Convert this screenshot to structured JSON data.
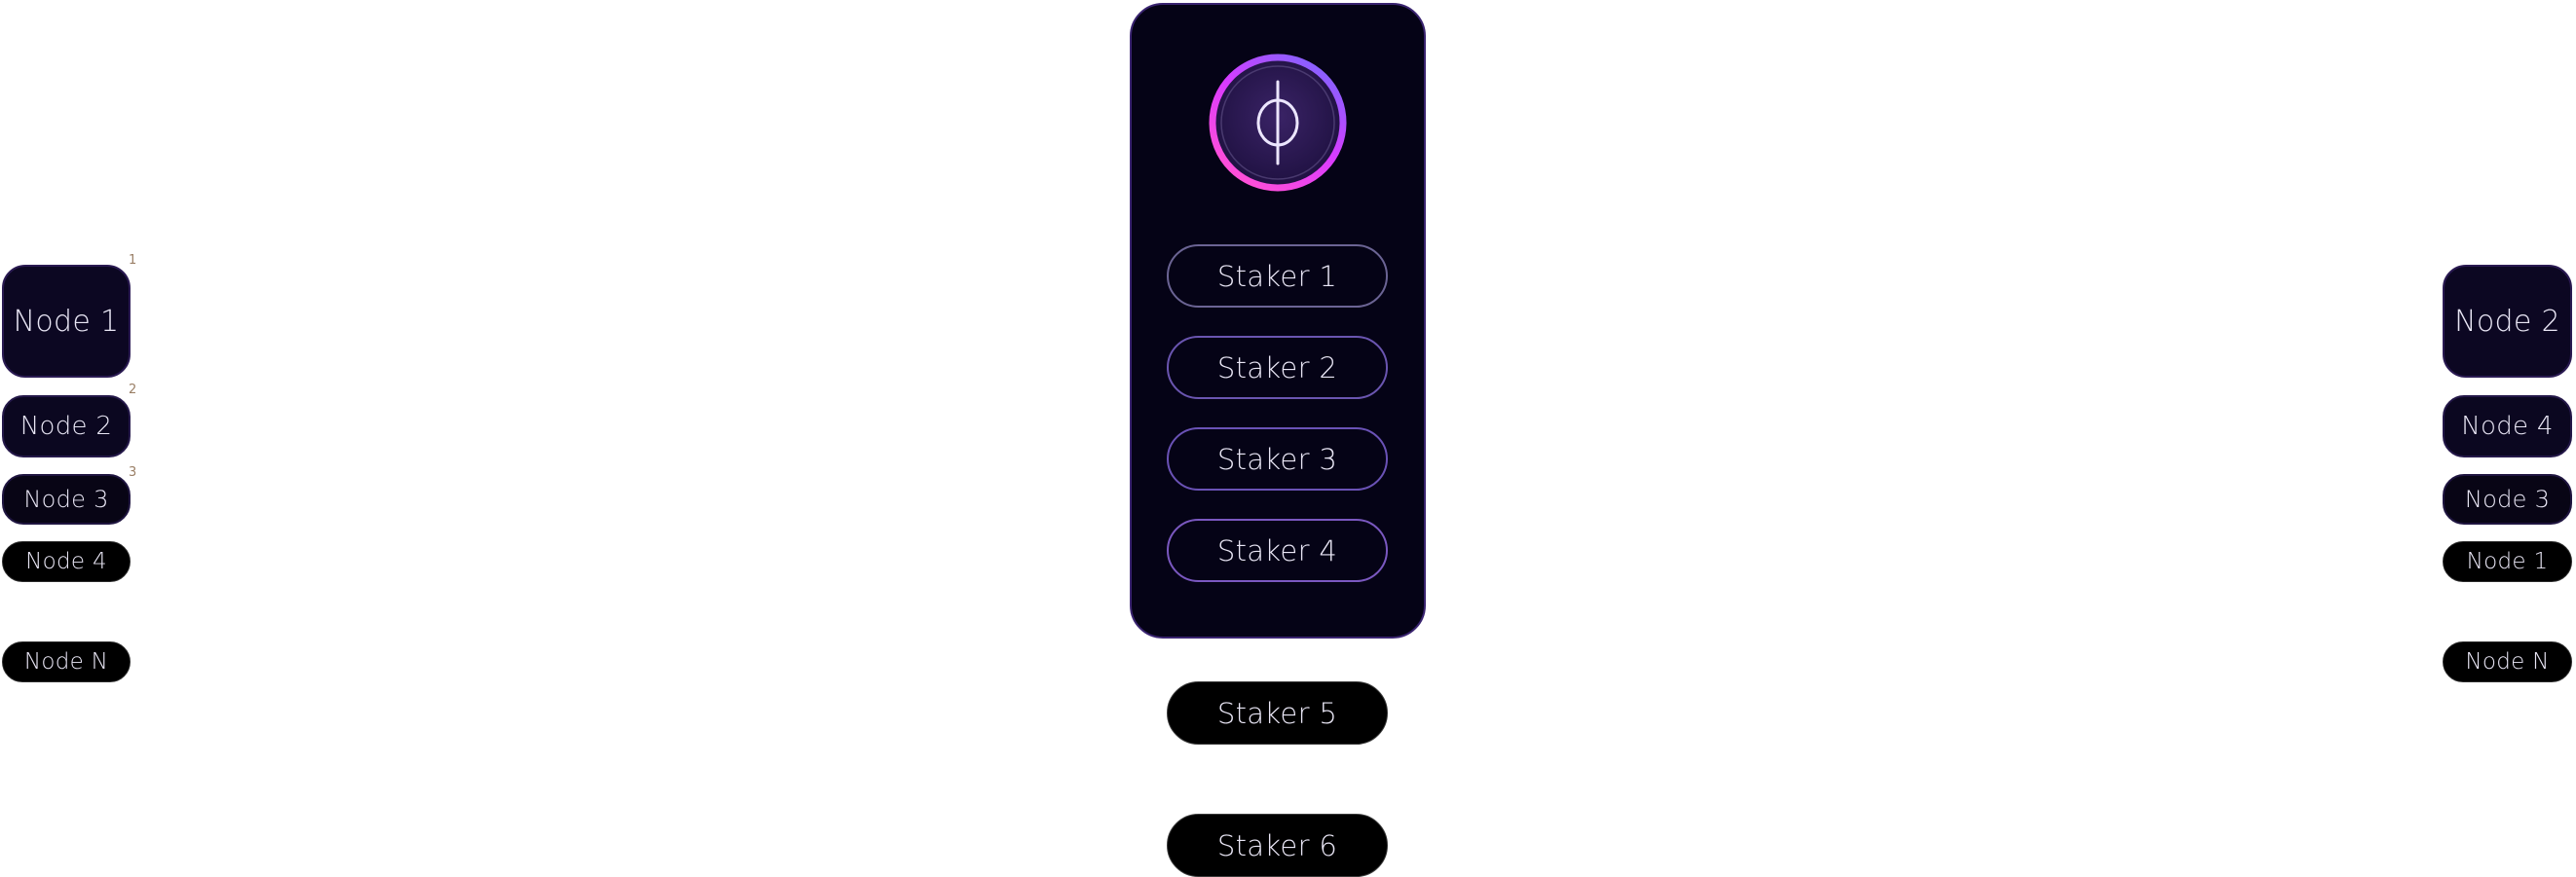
{
  "left_nodes": [
    {
      "label": "Node 1",
      "marker": "1"
    },
    {
      "label": "Node 2",
      "marker": "2"
    },
    {
      "label": "Node 3",
      "marker": "3"
    },
    {
      "label": "Node 4"
    },
    {
      "label": "Node N"
    }
  ],
  "right_nodes": [
    {
      "label": "Node 2"
    },
    {
      "label": "Node 4"
    },
    {
      "label": "Node 3"
    },
    {
      "label": "Node 1"
    },
    {
      "label": "Node N"
    }
  ],
  "panel": {
    "logo_icon": "phi-symbol-icon",
    "stakers": [
      {
        "label": "Staker 1"
      },
      {
        "label": "Staker 2"
      },
      {
        "label": "Staker 3"
      },
      {
        "label": "Staker 4"
      }
    ]
  },
  "outside_stakers": [
    {
      "label": "Staker 5"
    },
    {
      "label": "Staker 6"
    }
  ],
  "colors": {
    "panel_background": "#050316",
    "panel_border": "#3a2470",
    "logo_ring_gradient": [
      "#6f6cff",
      "#d93bff",
      "#ff4fd8"
    ],
    "text": "#e9e6f5"
  }
}
